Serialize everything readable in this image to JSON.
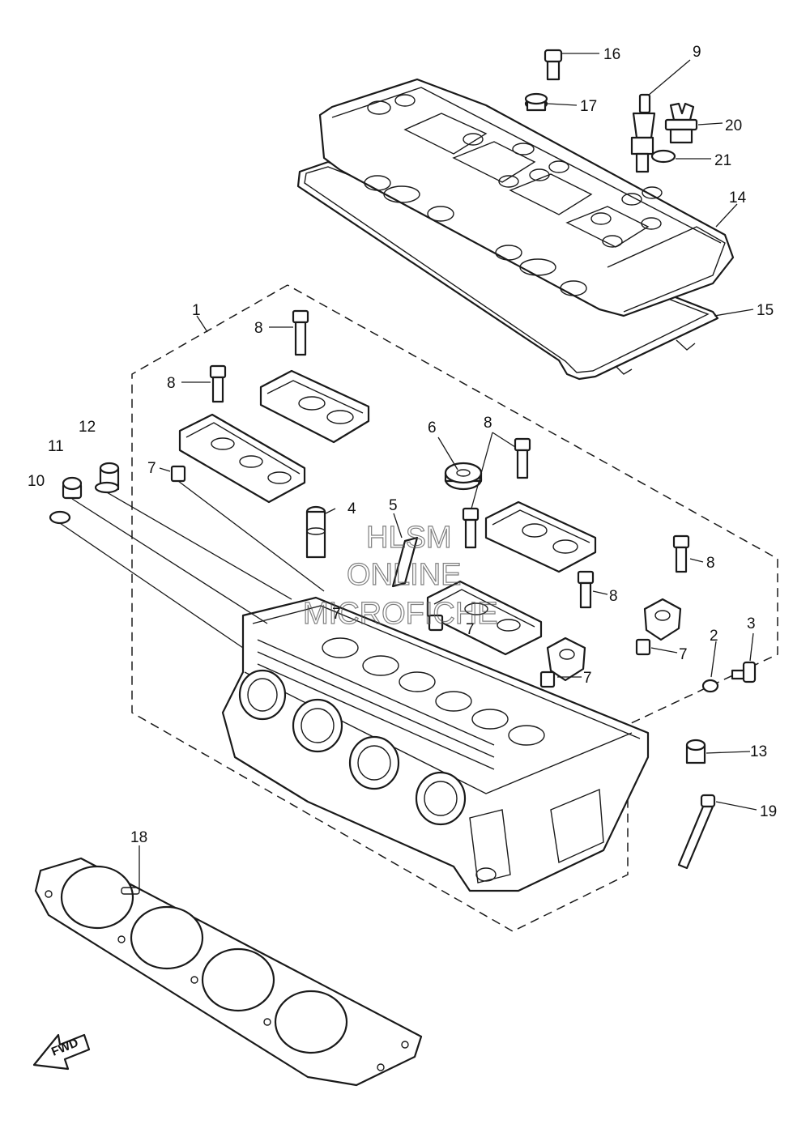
{
  "callouts": {
    "c1": "1",
    "c2": "2",
    "c3": "3",
    "c4": "4",
    "c5": "5",
    "c6": "6",
    "c7a": "7",
    "c7b": "7",
    "c7c": "7",
    "c7d": "7",
    "c7e": "7",
    "c8a": "8",
    "c8b": "8",
    "c8c": "8",
    "c8d": "8",
    "c8e": "8",
    "c9": "9",
    "c10": "10",
    "c11": "11",
    "c12": "12",
    "c13": "13",
    "c14": "14",
    "c15": "15",
    "c16": "16",
    "c17": "17",
    "c18": "18",
    "c19": "19",
    "c20": "20",
    "c21": "21"
  },
  "watermark": {
    "line1": "HLSM",
    "line2": "ONLINE",
    "line3": "MICROFICHE"
  },
  "fwd_label": "FWD",
  "colors": {
    "ink": "#1a1a1a",
    "background": "#ffffff"
  }
}
